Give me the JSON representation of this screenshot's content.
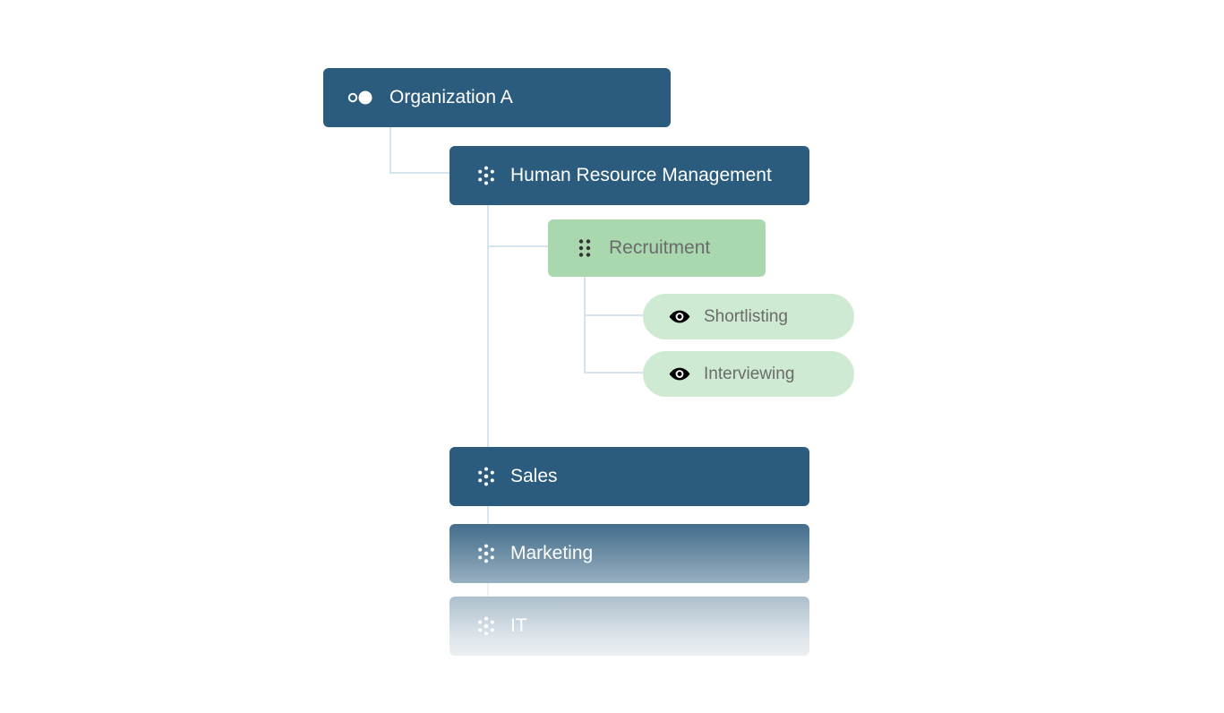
{
  "diagram": {
    "type": "org-chart",
    "title": "Organization A hierarchy",
    "colors": {
      "node_blue": "#2b5c7e",
      "node_green": "#a9d8ae",
      "node_pill_green": "#cfead2",
      "connector": "#d6e4ee",
      "text_on_blue": "#ffffff",
      "text_on_green": "#6b6b6b",
      "background": "#ffffff"
    },
    "nodes": [
      {
        "id": "organization-a",
        "label": "Organization A",
        "icon": "two-circles-icon",
        "style": "blue",
        "level": 0
      },
      {
        "id": "human-resource-management",
        "label": "Human Resource Management",
        "icon": "scatter-dots-icon",
        "style": "blue",
        "level": 1
      },
      {
        "id": "recruitment",
        "label": "Recruitment",
        "icon": "drag-handle-dots-icon",
        "style": "green",
        "level": 2
      },
      {
        "id": "shortlisting",
        "label": "Shortlisting",
        "icon": "eye-icon",
        "style": "pill",
        "level": 3
      },
      {
        "id": "interviewing",
        "label": "Interviewing",
        "icon": "eye-icon",
        "style": "pill",
        "level": 3
      },
      {
        "id": "sales",
        "label": "Sales",
        "icon": "scatter-dots-icon",
        "style": "blue",
        "level": 1
      },
      {
        "id": "marketing",
        "label": "Marketing",
        "icon": "scatter-dots-icon",
        "style": "blue",
        "level": 1
      },
      {
        "id": "it",
        "label": "IT",
        "icon": "scatter-dots-icon",
        "style": "blue",
        "level": 1
      }
    ]
  }
}
